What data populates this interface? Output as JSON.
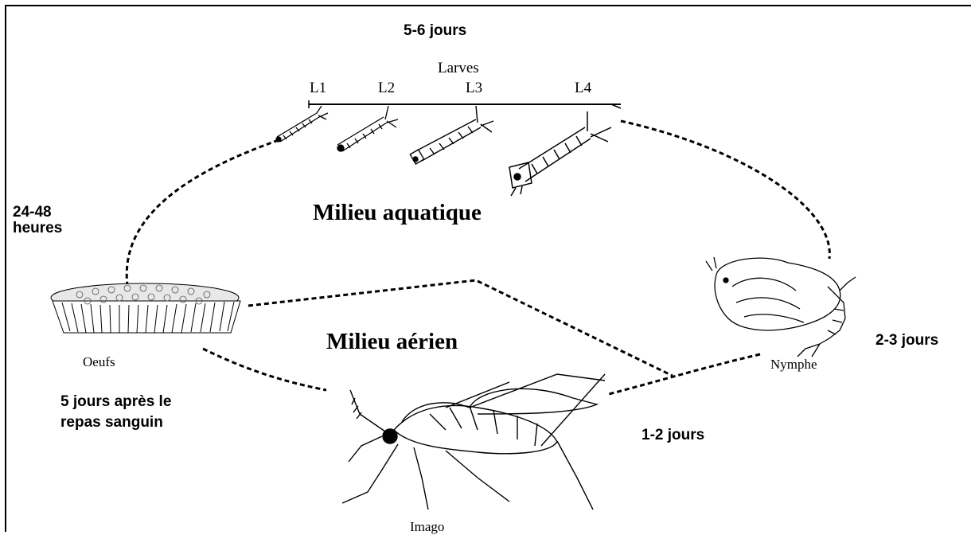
{
  "durations": {
    "larvae": "5-6 jours",
    "eggs_hatch_line1": "24-48",
    "eggs_hatch_line2": "heures",
    "pupa": "2-3 jours",
    "adult_emergence": "1-2 jours",
    "oviposition_line1": "5 jours après le",
    "oviposition_line2": "repas sanguin"
  },
  "stages": {
    "larvae": "Larves",
    "instars": [
      "L1",
      "L2",
      "L3",
      "L4"
    ],
    "eggs": "Oeufs",
    "pupa": "Nymphe",
    "adult": "Imago"
  },
  "environments": {
    "aquatic": "Milieu aquatique",
    "aerial": "Milieu aérien"
  }
}
